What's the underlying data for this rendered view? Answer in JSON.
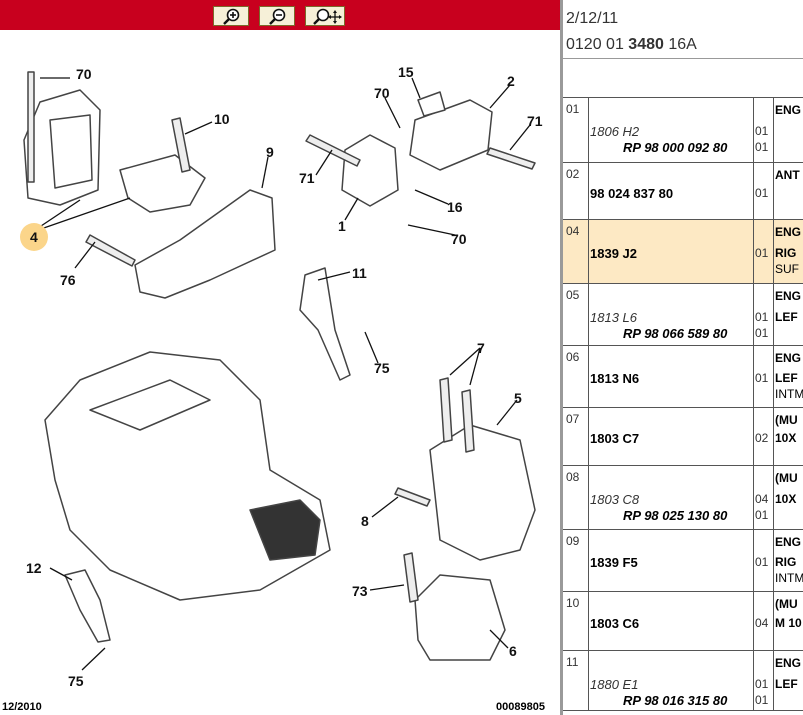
{
  "toolbar": {
    "buttons": [
      {
        "name": "zoom-in-icon"
      },
      {
        "name": "zoom-out-icon"
      },
      {
        "name": "zoom-pan-icon"
      }
    ],
    "color": "#c8001e"
  },
  "diagram": {
    "callouts": [
      "70",
      "10",
      "9",
      "4",
      "76",
      "15",
      "2",
      "70",
      "71",
      "71",
      "16",
      "1",
      "70",
      "11",
      "75",
      "7",
      "5",
      "8",
      "12",
      "73",
      "6",
      "75"
    ],
    "footer_left": "12/2010",
    "footer_right": "00089805"
  },
  "parts_header": {
    "date": "2/12/11",
    "code_prefix": "0120 01",
    "code_bold": "3480",
    "code_suffix": "16A"
  },
  "parts": [
    {
      "num": "01",
      "ref": "1806 H2",
      "ref_style": "italic",
      "rp": "RP 98 000 092 80",
      "qty": "01",
      "qty2": "01",
      "desc1": "ENG",
      "desc2": "",
      "desc3": ""
    },
    {
      "num": "02",
      "ref": "98 024 837 80",
      "ref_style": "bold",
      "rp": "",
      "qty": "01",
      "qty2": "",
      "desc1": "ANT",
      "desc2": "",
      "desc3": ""
    },
    {
      "num": "04",
      "ref": "1839 J2",
      "ref_style": "bold",
      "rp": "",
      "qty": "01",
      "qty2": "",
      "desc1": "ENG",
      "desc2": "RIG",
      "desc3": "SUF",
      "selected": true
    },
    {
      "num": "05",
      "ref": "1813 L6",
      "ref_style": "italic",
      "rp": "RP 98 066 589 80",
      "qty": "01",
      "qty2": "01",
      "desc1": "ENG",
      "desc2": "LEF",
      "desc3": ""
    },
    {
      "num": "06",
      "ref": "1813 N6",
      "ref_style": "bold",
      "rp": "",
      "qty": "01",
      "qty2": "",
      "desc1": "ENG",
      "desc2": "LEF",
      "desc3": "INTM"
    },
    {
      "num": "07",
      "ref": "1803 C7",
      "ref_style": "bold",
      "rp": "",
      "qty": "02",
      "qty2": "",
      "desc1": "(MU",
      "desc2": "10X",
      "desc3": ""
    },
    {
      "num": "08",
      "ref": "1803 C8",
      "ref_style": "italic",
      "rp": "RP 98 025 130 80",
      "qty": "04",
      "qty2": "01",
      "desc1": "(MU",
      "desc2": "10X",
      "desc3": ""
    },
    {
      "num": "09",
      "ref": "1839 F5",
      "ref_style": "bold",
      "rp": "",
      "qty": "01",
      "qty2": "",
      "desc1": "ENG",
      "desc2": "RIG",
      "desc3": "INTM"
    },
    {
      "num": "10",
      "ref": "1803 C6",
      "ref_style": "bold",
      "rp": "",
      "qty": "04",
      "qty2": "",
      "desc1": "(MU",
      "desc2": "M 10",
      "desc3": ""
    },
    {
      "num": "11",
      "ref": "1880 E1",
      "ref_style": "italic",
      "rp": "RP 98 016 315 80",
      "qty": "01",
      "qty2": "01",
      "desc1": "ENG",
      "desc2": "LEF",
      "desc3": ""
    }
  ]
}
